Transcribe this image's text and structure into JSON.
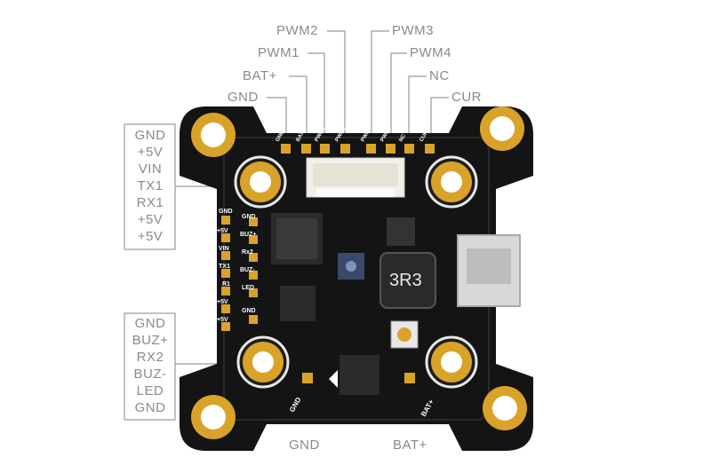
{
  "top_labels": {
    "pwm2": "PWM2",
    "pwm3": "PWM3",
    "pwm1": "PWM1",
    "pwm4": "PWM4",
    "bat_plus": "BAT+",
    "nc": "NC",
    "gnd": "GND",
    "cur": "CUR"
  },
  "left_top_group": [
    "GND",
    "+5V",
    "VIN",
    "TX1",
    "RX1",
    "+5V",
    "+5V"
  ],
  "left_bottom_group": [
    "GND",
    "BUZ+",
    "RX2",
    "BUZ-",
    "LED",
    "GND"
  ],
  "bottom_labels": {
    "gnd": "GND",
    "bat_plus": "BAT+"
  },
  "silkscreen": {
    "top_pads": [
      "GND",
      "BAT+",
      "PWM1",
      "PWM2",
      "PWM3",
      "PWM4",
      "NC",
      "CUR"
    ],
    "left_col": [
      "GND",
      "+5V",
      "VIN",
      "TX1",
      "R1",
      "+5V",
      "+5V"
    ],
    "right_col": [
      "GND",
      "BUZ+",
      "Rx2",
      "BUZ-",
      "LED",
      "GND"
    ],
    "bottom_gnd": "GND",
    "bottom_bat": "BAT+",
    "inductor": "3R3"
  },
  "colors": {
    "pcb": "#141414",
    "gold": "#d9a32a",
    "label": "#8a8a8a",
    "leader": "#9a9a9a"
  }
}
